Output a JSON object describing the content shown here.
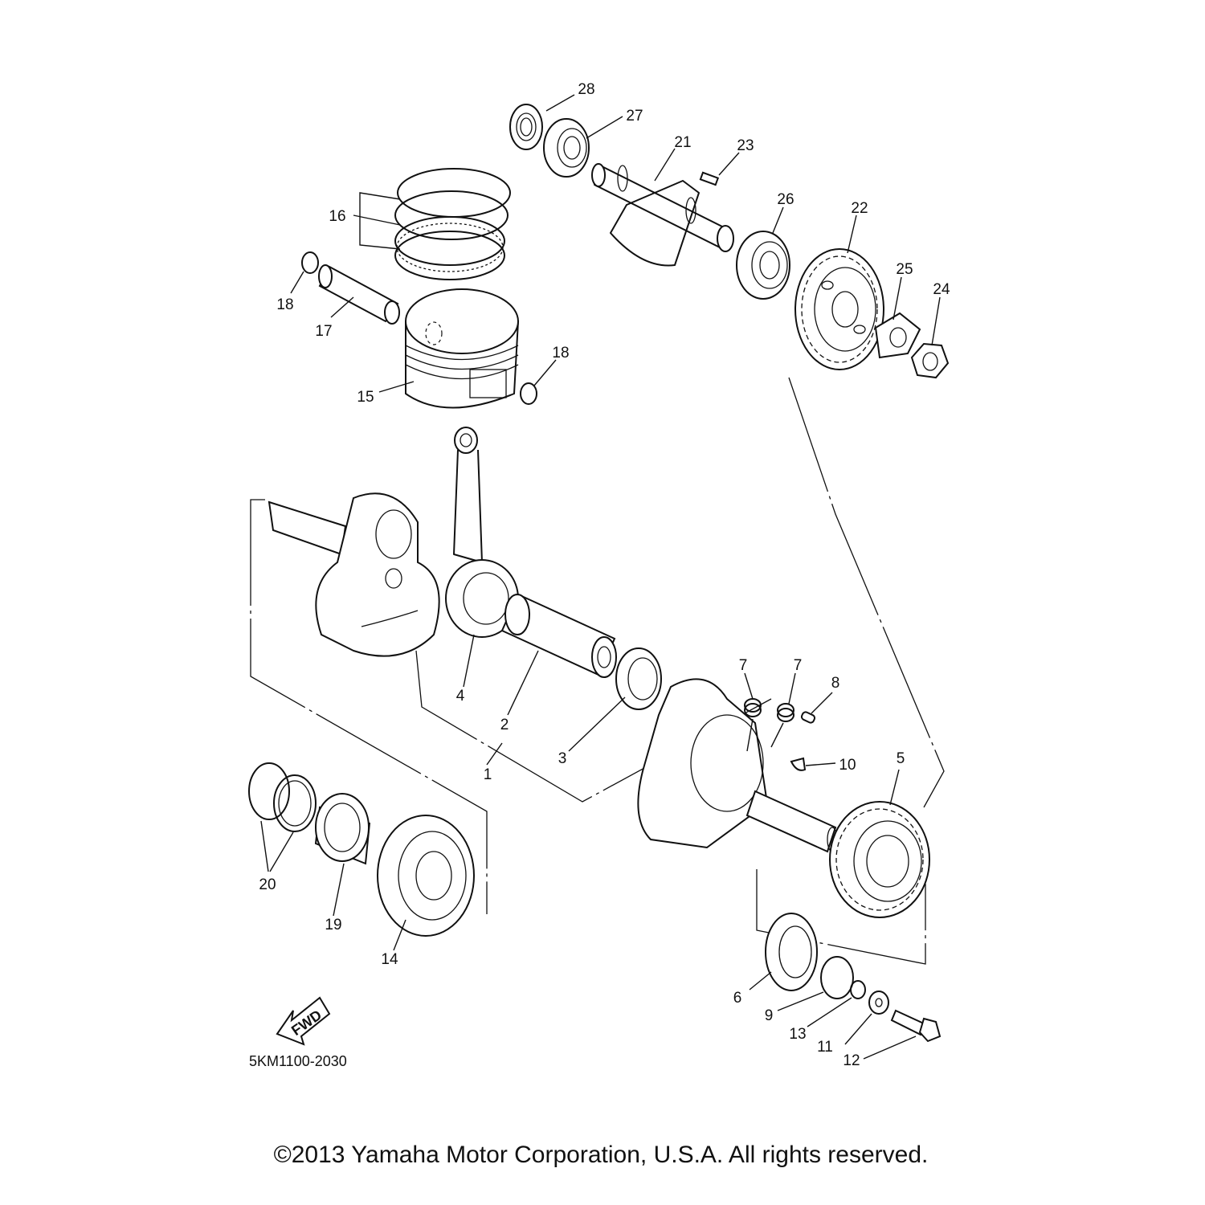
{
  "diagram": {
    "diagram_code": "5KM1100-2030",
    "direction_marker": "FWD",
    "copyright": "©2013 Yamaha Motor Corporation, U.S.A. All rights reserved.",
    "callouts": {
      "c1": "1",
      "c2": "2",
      "c3": "3",
      "c4": "4",
      "c5": "5",
      "c6": "6",
      "c7a": "7",
      "c7b": "7",
      "c8": "8",
      "c9": "9",
      "c10": "10",
      "c11": "11",
      "c12": "12",
      "c13": "13",
      "c14": "14",
      "c15": "15",
      "c16": "16",
      "c17": "17",
      "c18a": "18",
      "c18b": "18",
      "c19": "19",
      "c20": "20",
      "c21": "21",
      "c22": "22",
      "c23": "23",
      "c24": "24",
      "c25": "25",
      "c26": "26",
      "c27": "27",
      "c28": "28"
    }
  }
}
